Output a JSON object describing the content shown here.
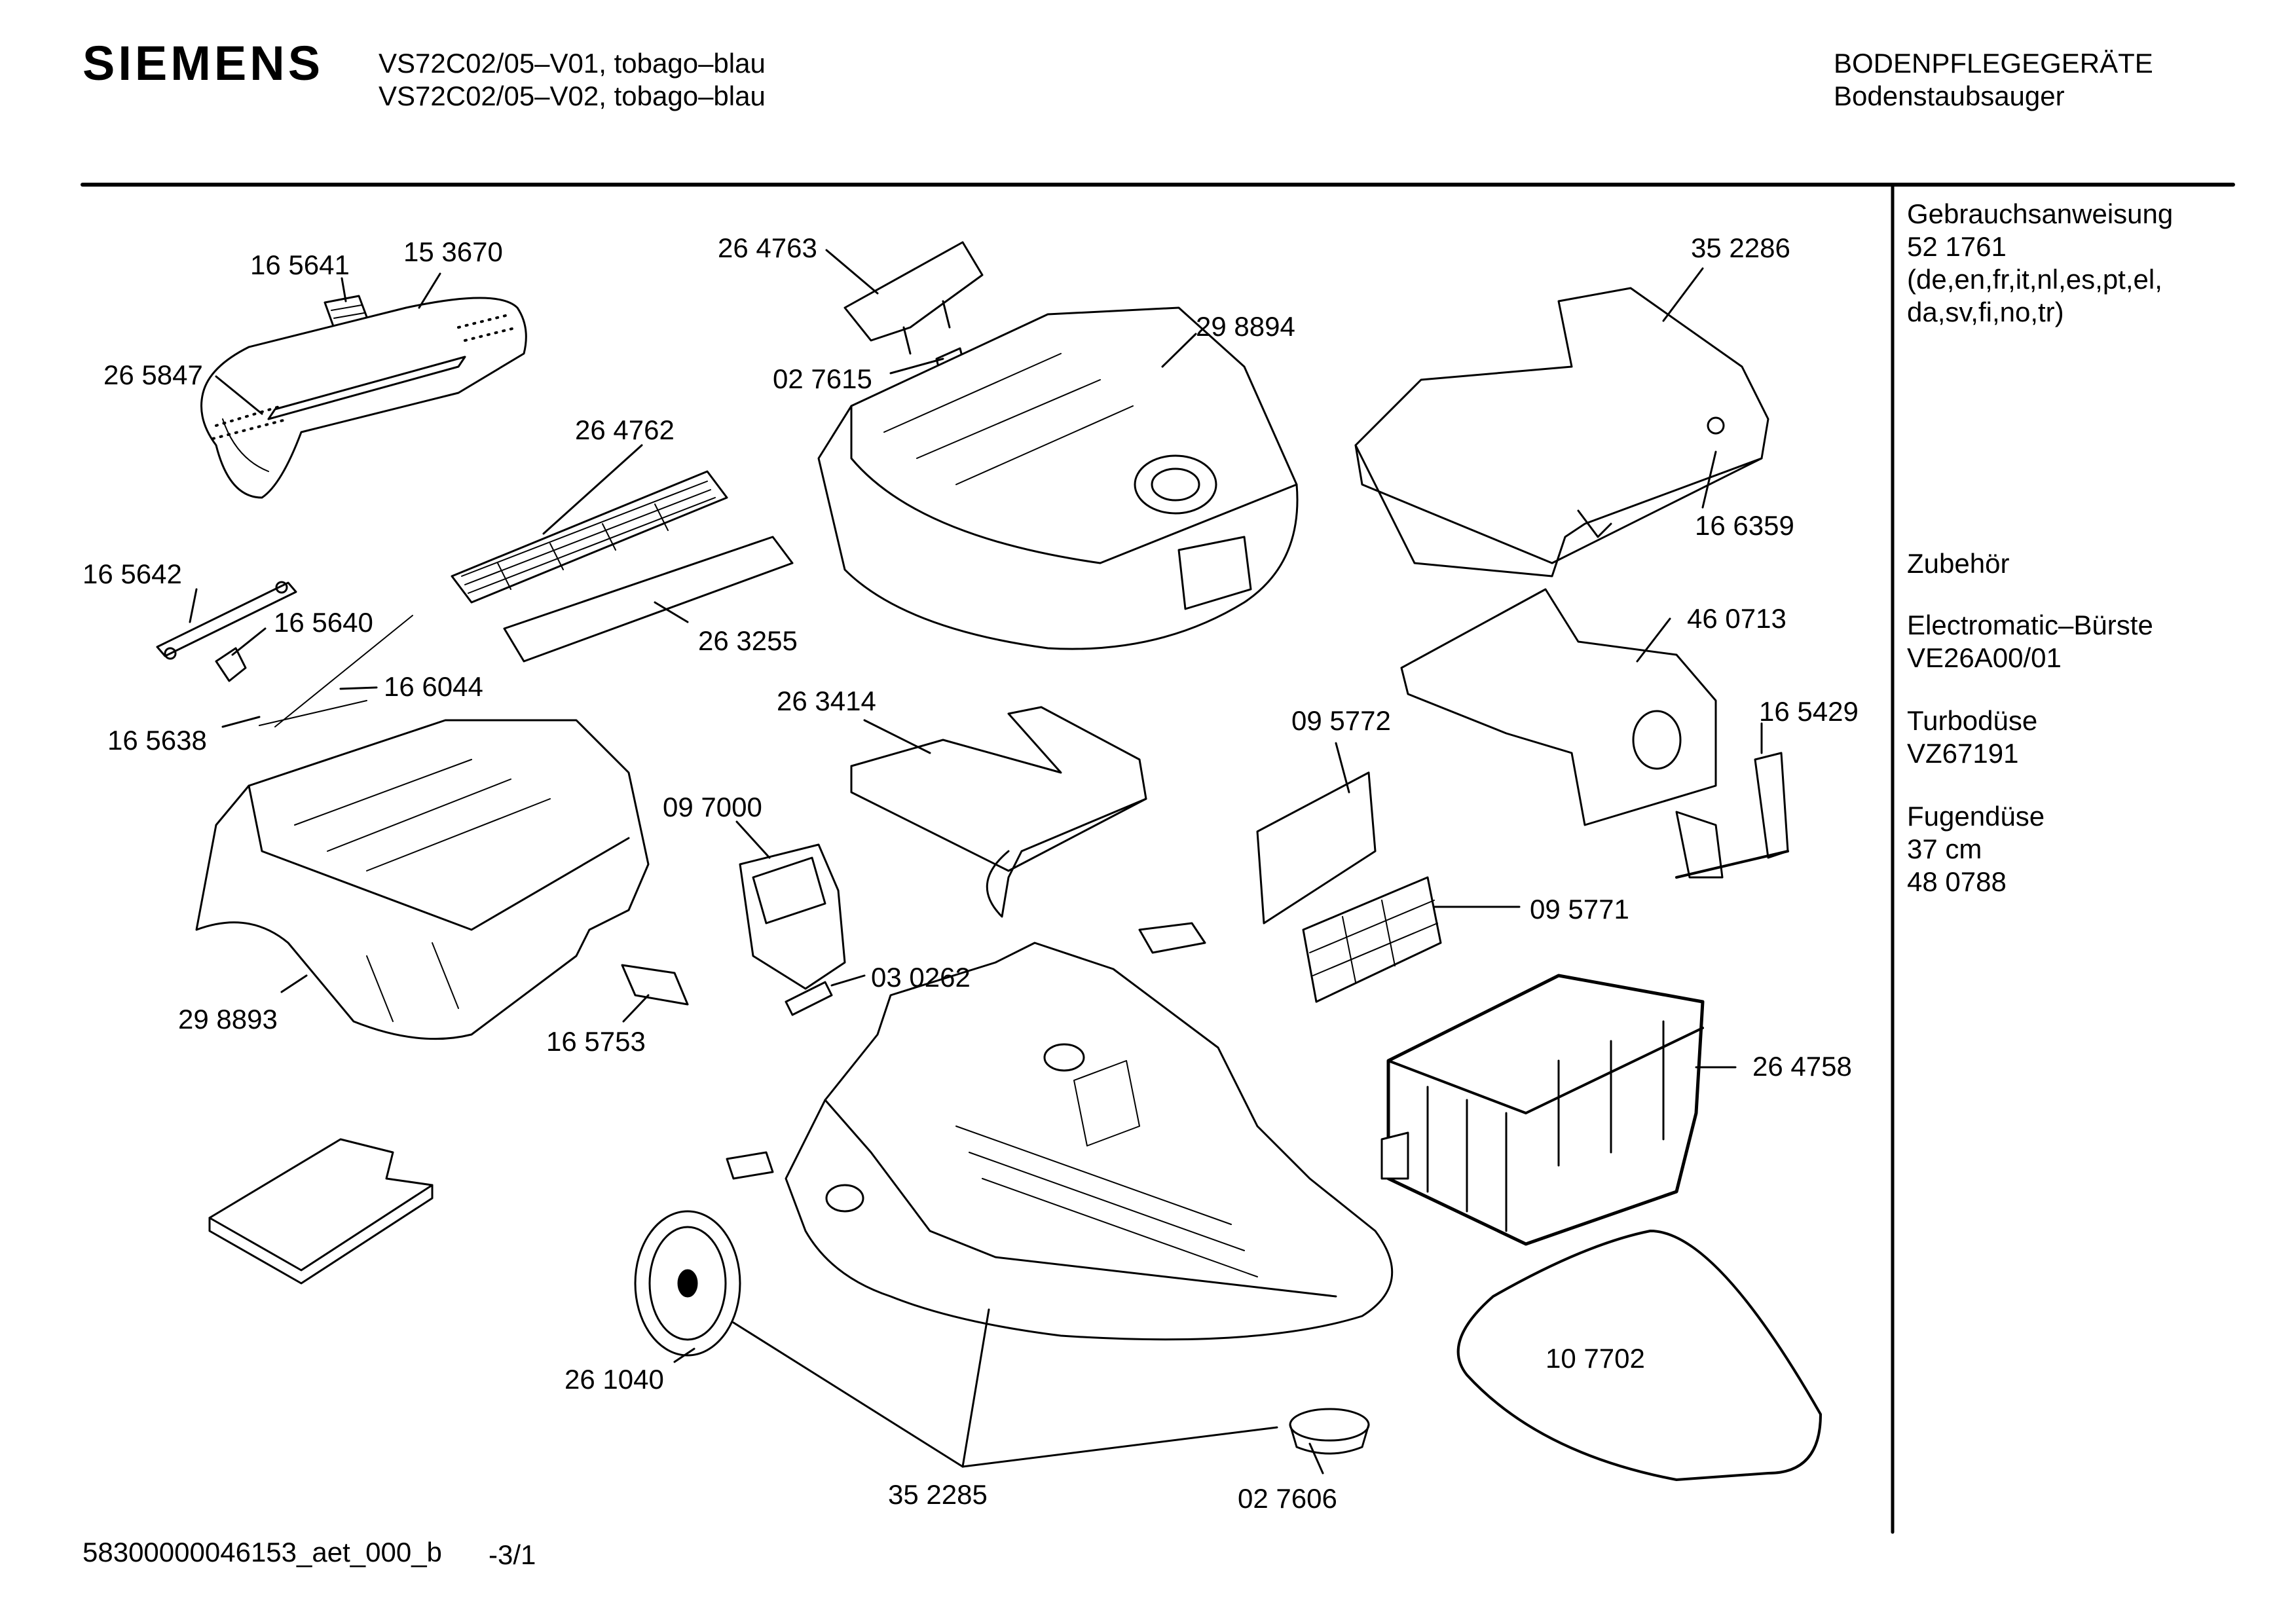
{
  "brand": "SIEMENS",
  "header": {
    "models": [
      "VS72C02/05–V01, tobago–blau",
      "VS72C02/05–V02, tobago–blau"
    ],
    "category": "BODENPFLEGEGERÄTE",
    "subcategory": "Bodenstaubsauger"
  },
  "sidebar": {
    "manual_title": "Gebrauchsanweisung",
    "manual_number": "52 1761",
    "manual_languages": [
      "(de,en,fr,it,nl,es,pt,el,",
      "da,sv,fi,no,tr)"
    ],
    "accessories_title": "Zubehör",
    "accessories": [
      {
        "name": "Electromatic–Bürste",
        "code": "VE26A00/01"
      },
      {
        "name": "Turbodüse",
        "code": "VZ67191"
      },
      {
        "name": "Fugendüse",
        "code": "37 cm",
        "code2": "48 0788"
      }
    ]
  },
  "parts": {
    "p165641": "16 5641",
    "p153670": "15 3670",
    "p265847": "26 5847",
    "p264763": "26 4763",
    "p027615": "02 7615",
    "p298894": "29 8894",
    "p352286": "35 2286",
    "p166359": "16 6359",
    "p264762": "26 4762",
    "p263255": "26 3255",
    "p165642": "16 5642",
    "p165640": "16 5640",
    "p166044": "16 6044",
    "p165638": "16 5638",
    "p263414": "26 3414",
    "p460713": "46 0713",
    "p095772": "09 5772",
    "p165429": "16 5429",
    "p097000": "09 7000",
    "p095771": "09 5771",
    "p030262": "03 0262",
    "p298893": "29 8893",
    "p165753": "16 5753",
    "p264758": "26 4758",
    "p261040": "26 1040",
    "p107702": "10 7702",
    "p352285": "35 2285",
    "p027606": "02 7606"
  },
  "footer": {
    "document_id": "58300000046153_aet_000_b",
    "page": "-3/1"
  }
}
